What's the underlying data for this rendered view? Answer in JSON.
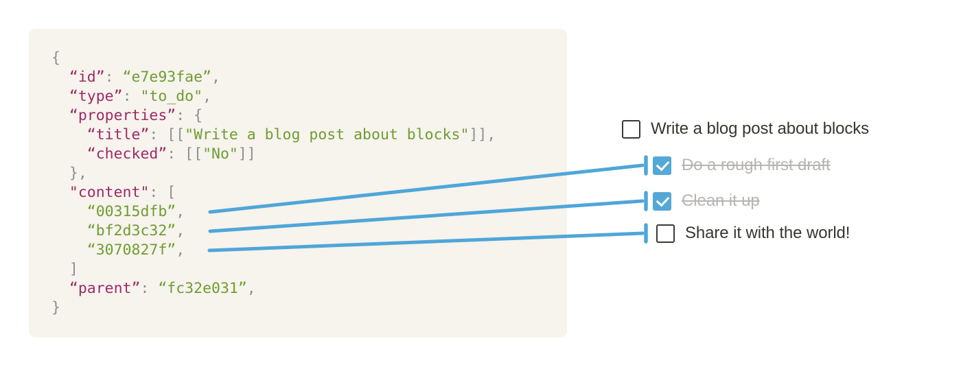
{
  "colors": {
    "page_background": "#FFFFFF",
    "code_background": "#F7F3ED",
    "json_key": "#9D2A66",
    "json_string": "#6E9D31",
    "json_punctuation": "#8F8F8F",
    "connector_blue": "#4FA6D8",
    "checkbox_checked_blue": "#54A8D7",
    "checkbox_border_dark": "#3B3834",
    "todo_text": "#37352F",
    "todo_text_completed": "#B8B5B1"
  },
  "code_block": {
    "language": "json",
    "lines": [
      [
        [
          "p",
          "{"
        ]
      ],
      [
        [
          "p",
          "  "
        ],
        [
          "k",
          "“id”"
        ],
        [
          "p",
          ": "
        ],
        [
          "s",
          "“e7e93fae”"
        ],
        [
          "p",
          ","
        ]
      ],
      [
        [
          "p",
          "  "
        ],
        [
          "k",
          "“type”"
        ],
        [
          "p",
          ": "
        ],
        [
          "s",
          "\"to_do\""
        ],
        [
          "p",
          ","
        ]
      ],
      [
        [
          "p",
          "  "
        ],
        [
          "k",
          "“properties”"
        ],
        [
          "p",
          ": {"
        ]
      ],
      [
        [
          "p",
          "    "
        ],
        [
          "k",
          "“title”"
        ],
        [
          "p",
          ": [["
        ],
        [
          "s",
          "\"Write a blog post about blocks\""
        ],
        [
          "p",
          "]],"
        ]
      ],
      [
        [
          "p",
          "    "
        ],
        [
          "k",
          "“checked”"
        ],
        [
          "p",
          ": [["
        ],
        [
          "s",
          "\"No\""
        ],
        [
          "p",
          "]]"
        ]
      ],
      [
        [
          "p",
          "  },"
        ]
      ],
      [
        [
          "p",
          "  "
        ],
        [
          "k",
          "\"content\""
        ],
        [
          "p",
          ": ["
        ]
      ],
      [
        [
          "p",
          "    "
        ],
        [
          "s",
          "“00315dfb”"
        ],
        [
          "p",
          ","
        ]
      ],
      [
        [
          "p",
          "    "
        ],
        [
          "s",
          "“bf2d3c32”"
        ],
        [
          "p",
          ","
        ]
      ],
      [
        [
          "p",
          "    "
        ],
        [
          "s",
          "“3070827f”"
        ],
        [
          "p",
          ","
        ]
      ],
      [
        [
          "p",
          "  ]"
        ]
      ],
      [
        [
          "p",
          "  "
        ],
        [
          "k",
          "“parent”"
        ],
        [
          "p",
          ": "
        ],
        [
          "s",
          "“fc32e031”"
        ],
        [
          "p",
          ","
        ]
      ],
      [
        [
          "p",
          "}"
        ]
      ]
    ]
  },
  "todo_list": {
    "items": [
      {
        "label": "Write a blog post about blocks",
        "checked": false,
        "completed": false
      },
      {
        "label": "Do a rough first draft",
        "checked": true,
        "completed": true
      },
      {
        "label": "Clean it up",
        "checked": true,
        "completed": true
      },
      {
        "label": "Share it with the world!",
        "checked": false,
        "completed": false
      }
    ]
  },
  "connectors": [
    {
      "from_content_id": "00315dfb",
      "to_item": "Do a rough first draft"
    },
    {
      "from_content_id": "bf2d3c32",
      "to_item": "Clean it up"
    },
    {
      "from_content_id": "3070827f",
      "to_item": "Share it with the world!"
    }
  ]
}
